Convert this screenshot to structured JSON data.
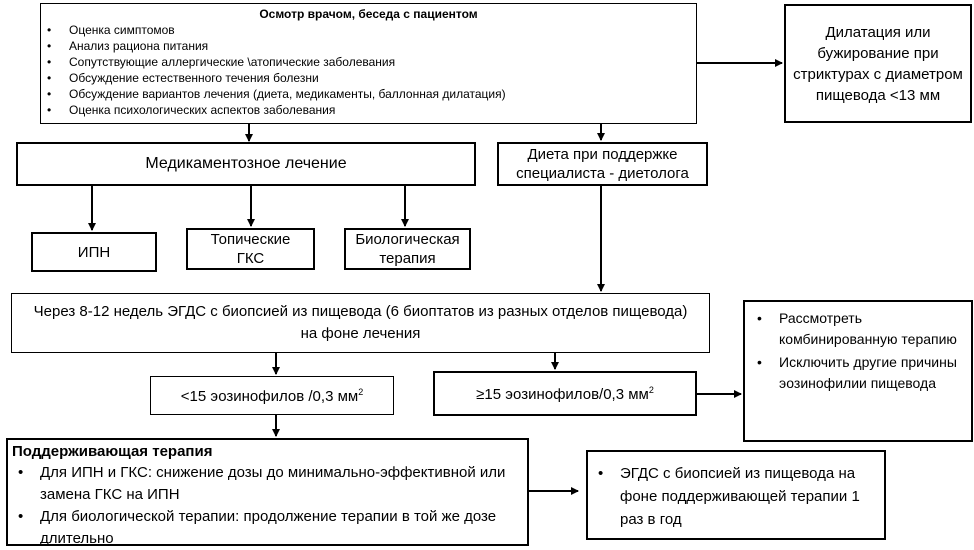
{
  "exam": {
    "title": "Осмотр врачом, беседа с пациентом",
    "items": [
      "Оценка симптомов",
      "Анализ рациона питания",
      "Сопутствующие аллергические \\атопические заболевания",
      "Обсуждение естественного течения болезни",
      "Обсуждение вариантов лечения (диета, медикаменты, баллонная дилатация)",
      "Оценка психологических аспектов заболевания"
    ]
  },
  "dilation": "Дилатация или бужирование при стриктурах с диаметром пищевода <13 мм",
  "medication": "Медикаментозное лечение",
  "diet": "Диета при поддержке специалиста - диетолога",
  "ipn": "ИПН",
  "topical_gcs": "Топические ГКС",
  "biologic": "Биологическая терапия",
  "egds": "Через 8-12 недель ЭГДС с  биопсией из пищевода (6 биоптатов из разных отделов пищевода) на фоне лечения",
  "less15": {
    "text": "<15 эозинофилов /0,3 мм",
    "sup": "2"
  },
  "more15": {
    "text": "≥15 эозинофилов/0,3 мм",
    "sup": "2"
  },
  "consider": [
    "Рассмотреть комбинированную терапию",
    "Исключить  другие причины эозинофилии пищевода"
  ],
  "maintenance": {
    "title": "Поддерживающая терапия",
    "items": [
      "Для ИПН и ГКС:  снижение дозы до минимально-эффективной или замена ГКС на ИПН",
      "Для биологической терапии: продолжение терапии в той же дозе длительно"
    ]
  },
  "followup": [
    "ЭГДС с  биопсией из пищевода на фоне поддерживающей терапии 1 раз в год"
  ]
}
